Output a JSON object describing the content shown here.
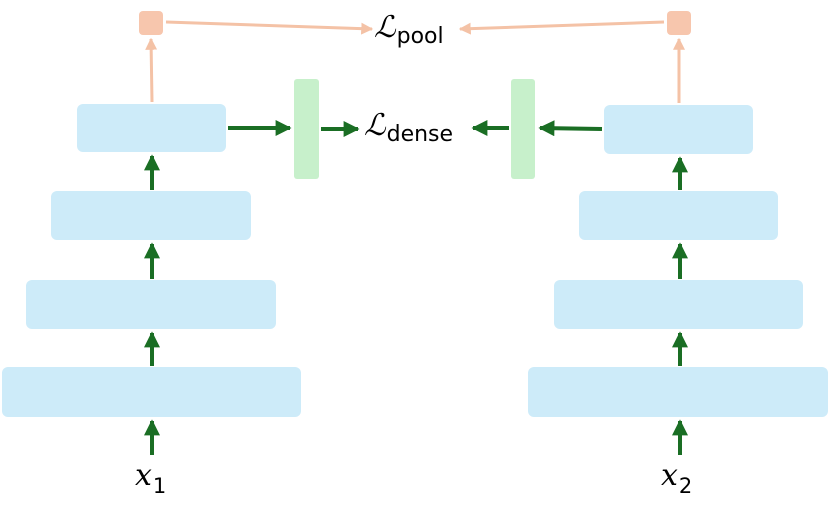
{
  "colors": {
    "encoder_block": "#cdebf9",
    "projector": "#c7f0cb",
    "pool_node": "#f7c6ad",
    "dense_arrow": "#1a6e24",
    "pool_arrow": "#f4c2a6"
  },
  "losses": {
    "pool": {
      "symbol": "ℒ",
      "subscript": "pool"
    },
    "dense": {
      "symbol": "ℒ",
      "subscript": "dense"
    }
  },
  "inputs": {
    "left": {
      "symbol": "x",
      "subscript": "1"
    },
    "right": {
      "symbol": "x",
      "subscript": "2"
    }
  }
}
